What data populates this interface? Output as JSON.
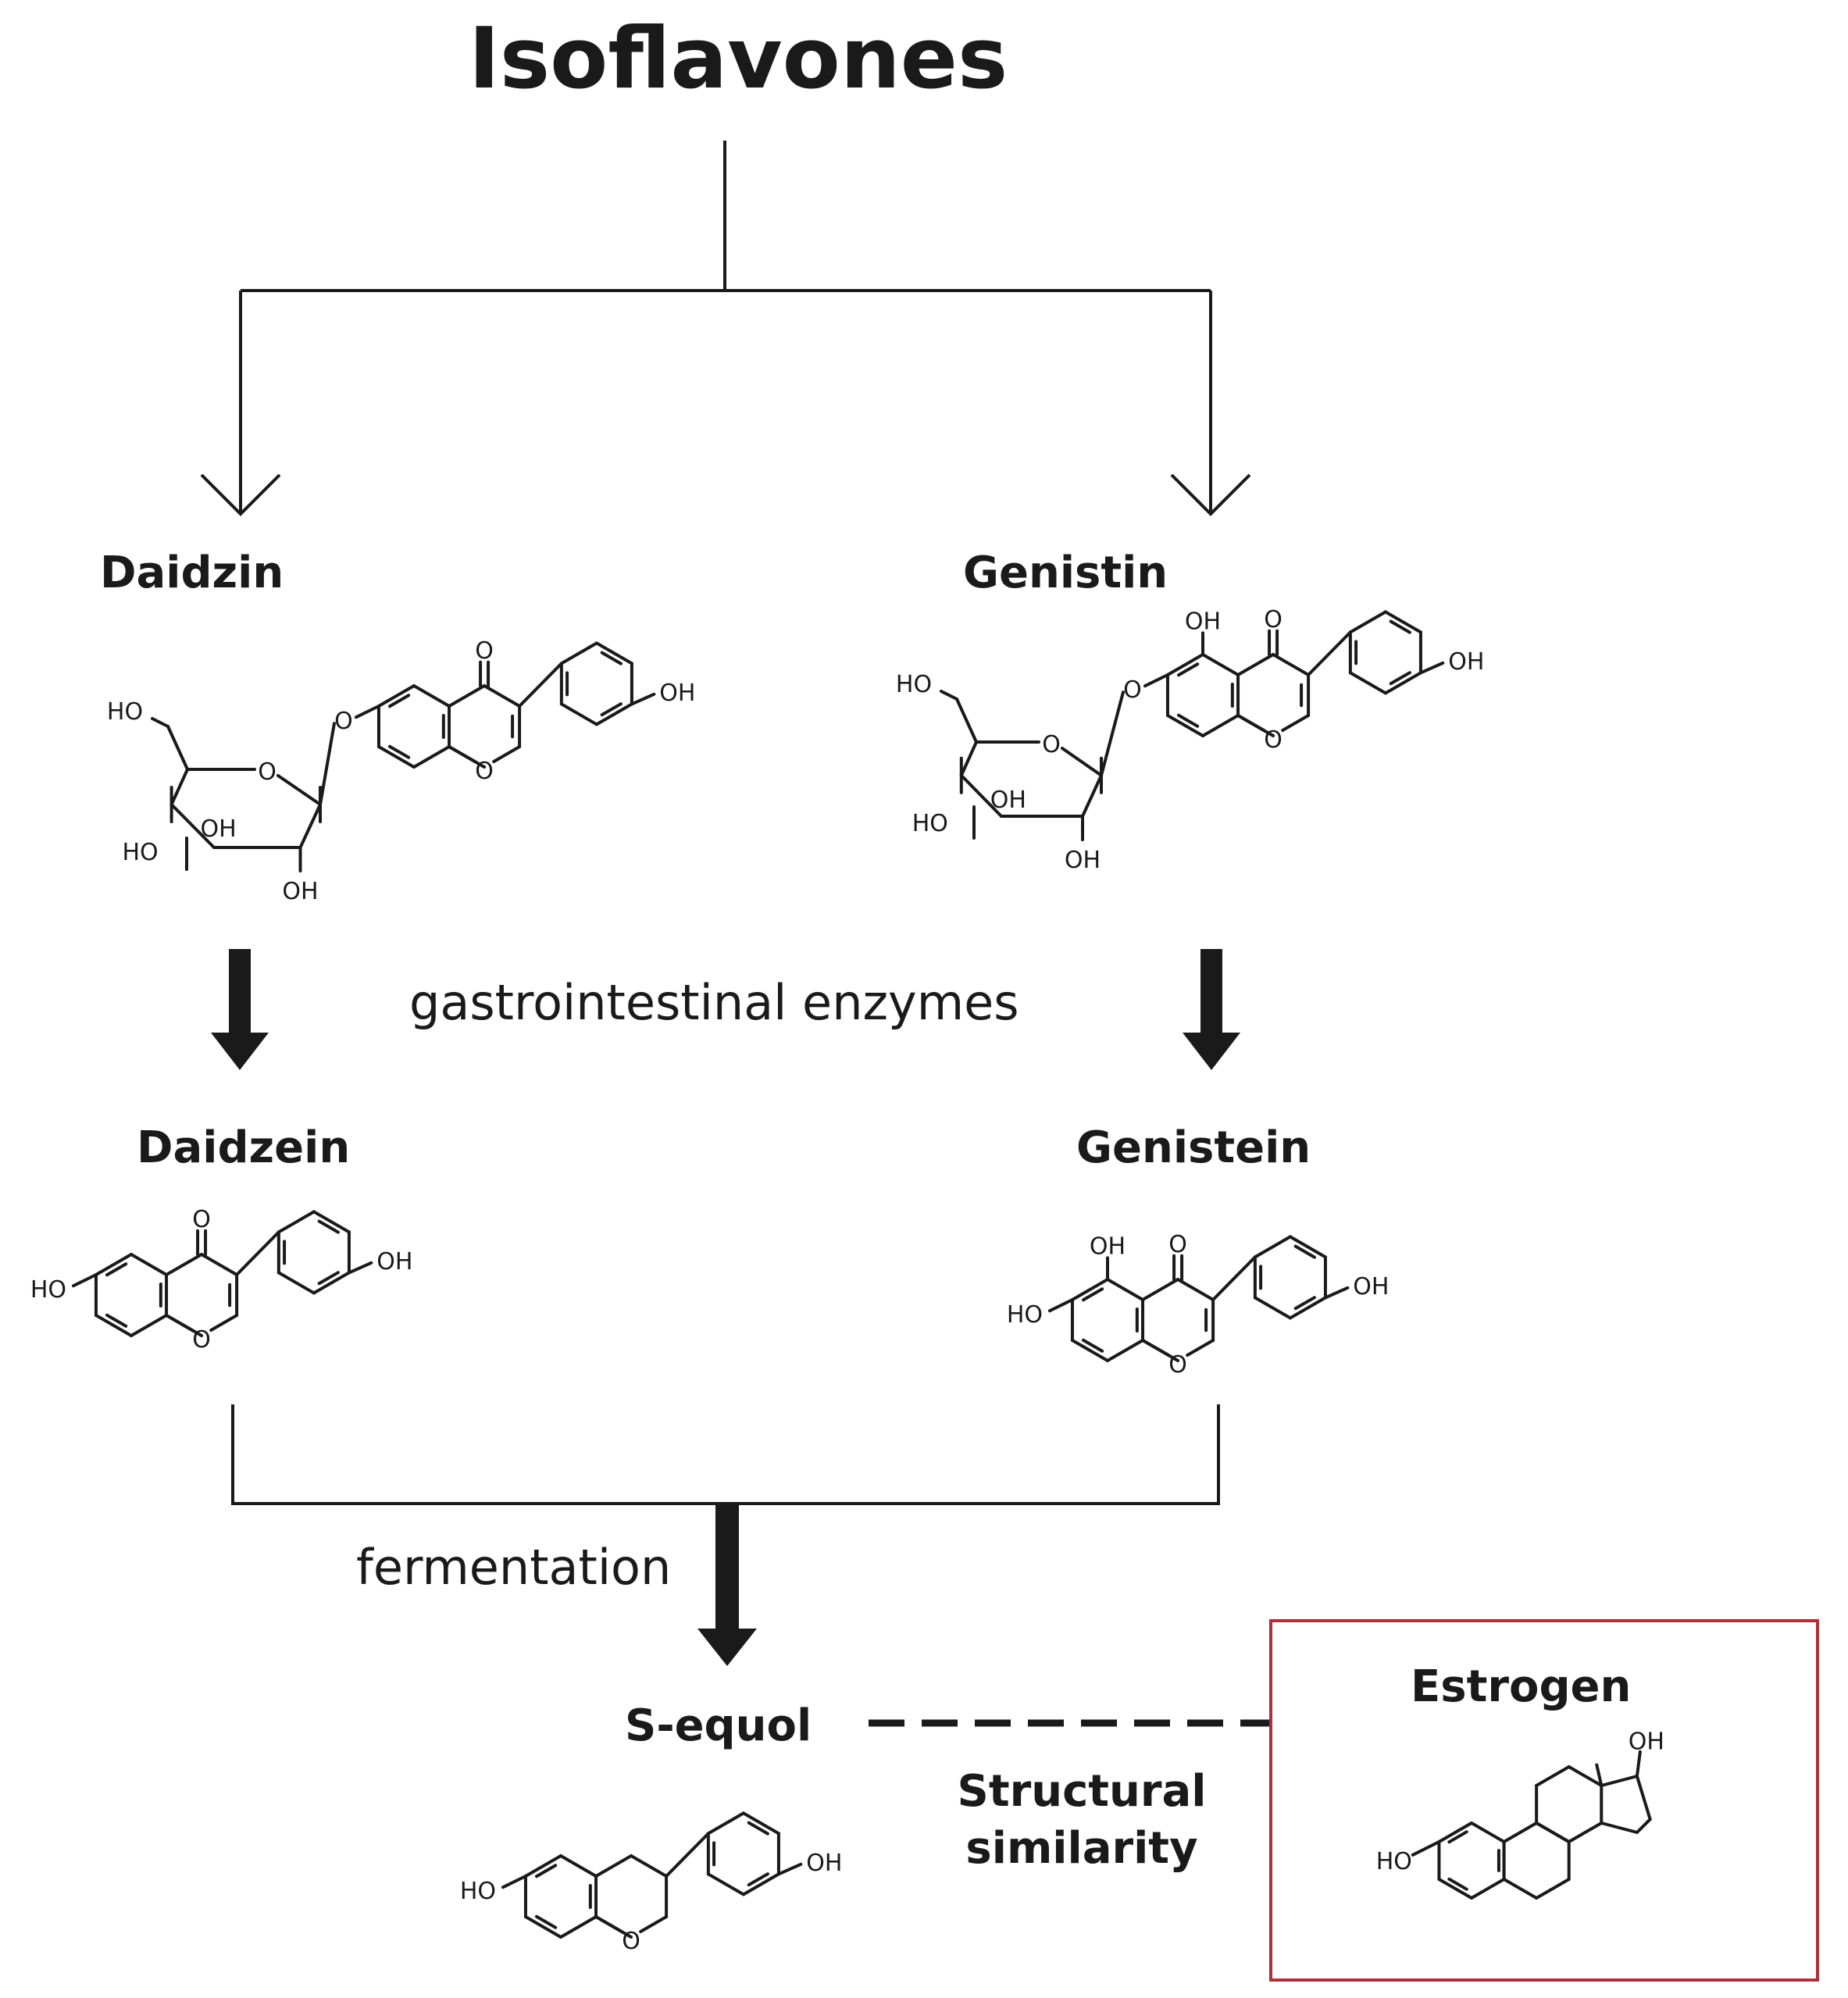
{
  "title": "Isoflavones",
  "compounds": {
    "daidzin": "Daidzin",
    "genistin": "Genistin",
    "daidzein": "Daidzein",
    "genistein": "Genistein",
    "s_equol": "S-equol",
    "estrogen": "Estrogen"
  },
  "processes": {
    "enzymes": "gastrointestinal enzymes",
    "fermentation": "fermentation",
    "similarity_line1": "Structural",
    "similarity_line2": "similarity"
  },
  "atoms": {
    "O": "O",
    "OH": "OH",
    "HO": "HO"
  },
  "colors": {
    "ink": "#1a1a1a",
    "estrogen_box": "#b0303a",
    "background": "#ffffff"
  }
}
